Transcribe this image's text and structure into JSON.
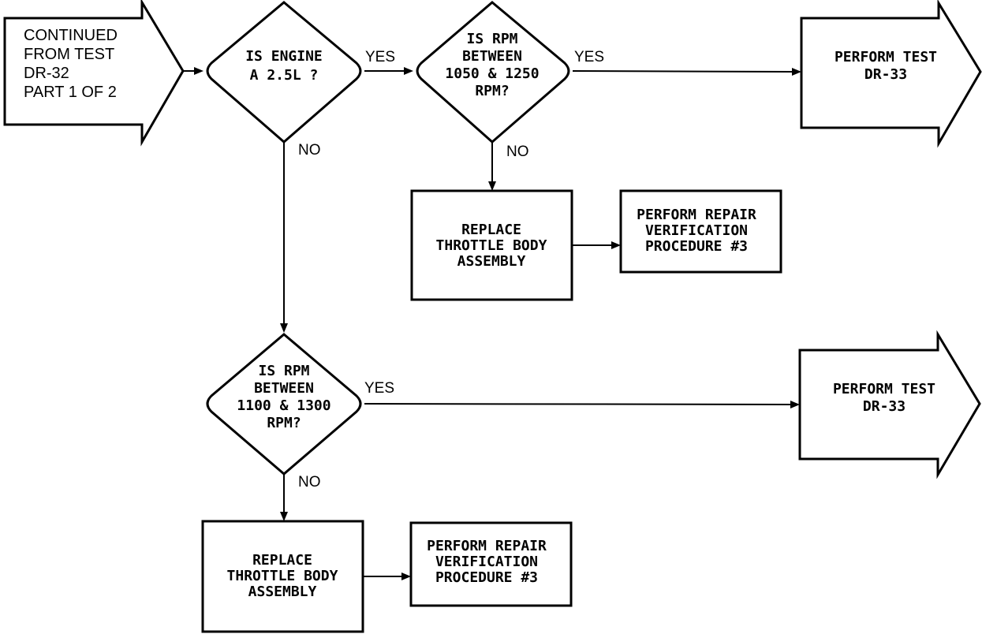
{
  "start": {
    "lines": [
      "CONTINUED",
      "FROM TEST",
      "DR-32",
      "PART 1 OF 2"
    ]
  },
  "decision_engine": {
    "lines": [
      "IS ENGINE",
      "A 2.5L ?"
    ]
  },
  "decision_rpm_1": {
    "lines": [
      "IS RPM",
      "BETWEEN",
      "1050 & 1250",
      "RPM?"
    ]
  },
  "decision_rpm_2": {
    "lines": [
      "IS RPM",
      "BETWEEN",
      "1100 & 1300",
      "RPM?"
    ]
  },
  "test_1": {
    "lines": [
      "PERFORM TEST",
      "DR-33"
    ]
  },
  "test_2": {
    "lines": [
      "PERFORM TEST",
      "DR-33"
    ]
  },
  "replace_1": {
    "lines": [
      "REPLACE",
      "THROTTLE BODY",
      "ASSEMBLY"
    ]
  },
  "replace_2": {
    "lines": [
      "REPLACE",
      "THROTTLE BODY",
      "ASSEMBLY"
    ]
  },
  "verify_1": {
    "lines": [
      "PERFORM REPAIR",
      "VERIFICATION",
      "PROCEDURE #3"
    ]
  },
  "verify_2": {
    "lines": [
      "PERFORM REPAIR",
      "VERIFICATION",
      "PROCEDURE #3"
    ]
  },
  "labels": {
    "yes_engine": "YES",
    "no_engine": "NO",
    "yes_rpm_1": "YES",
    "no_rpm_1": "NO",
    "yes_rpm_2": "YES",
    "no_rpm_2": "NO"
  }
}
